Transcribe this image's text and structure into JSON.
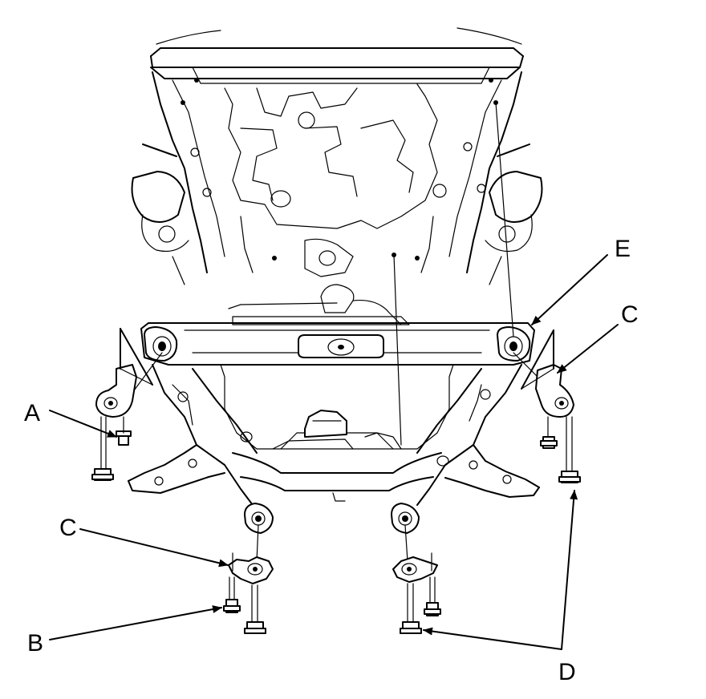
{
  "labels": {
    "a": "A",
    "b": "B",
    "c_left": "C",
    "c_right": "C",
    "d": "D",
    "e": "E"
  },
  "colors": {
    "line": "#000000",
    "background": "#ffffff"
  }
}
